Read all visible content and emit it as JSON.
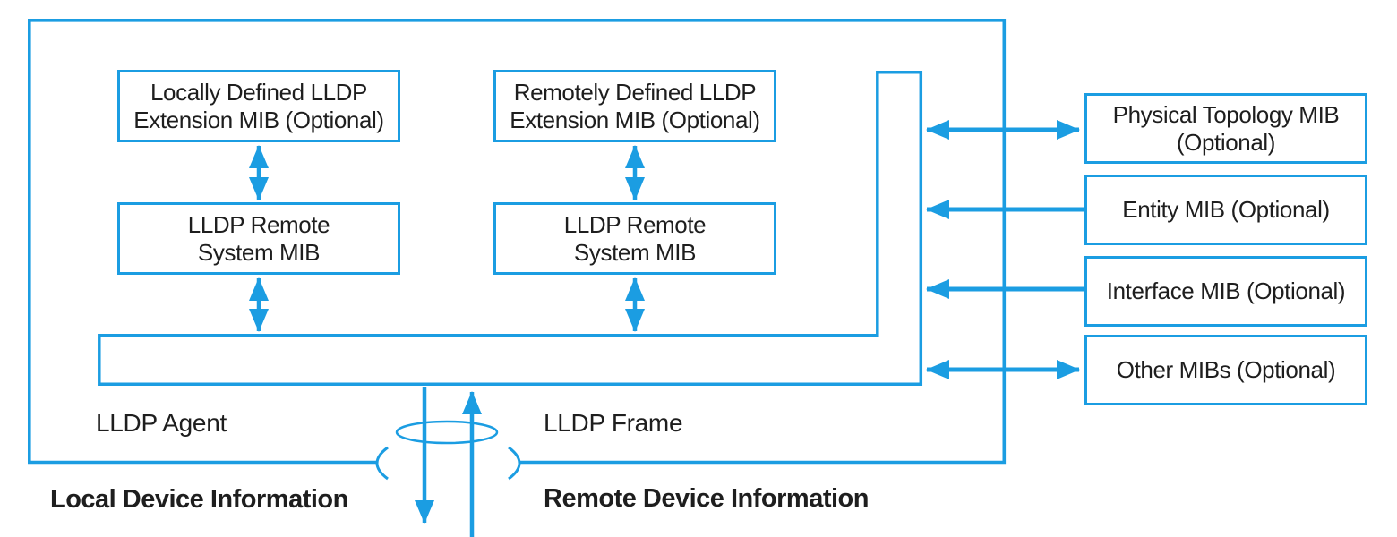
{
  "colors": {
    "accent": "#1B9DE2",
    "text": "#1E1E1E",
    "background": "#FFFFFF"
  },
  "local_device": {
    "boxes": {
      "local_ext": {
        "lines": [
          "Locally Defined LLDP",
          "Extension MIB (Optional)"
        ]
      },
      "remote_ext": {
        "lines": [
          "Remotely Defined LLDP",
          "Extension MIB (Optional)"
        ]
      },
      "local_rsm": {
        "lines": [
          "LLDP Remote",
          "System MIB"
        ]
      },
      "remote_rsm": {
        "lines": [
          "LLDP Remote",
          "System MIB"
        ]
      }
    },
    "labels": {
      "agent": "LLDP Agent",
      "frame": "LLDP Frame"
    }
  },
  "external_mibs": {
    "physical_topology": {
      "lines": [
        "Physical Topology MIB",
        "(Optional)"
      ]
    },
    "entity": {
      "lines": [
        "Entity MIB (Optional)"
      ]
    },
    "interface": {
      "lines": [
        "Interface MIB (Optional)"
      ]
    },
    "other": {
      "lines": [
        "Other MIBs (Optional)"
      ]
    }
  },
  "footer": {
    "local": "Local Device Information",
    "remote": "Remote Device Information"
  }
}
